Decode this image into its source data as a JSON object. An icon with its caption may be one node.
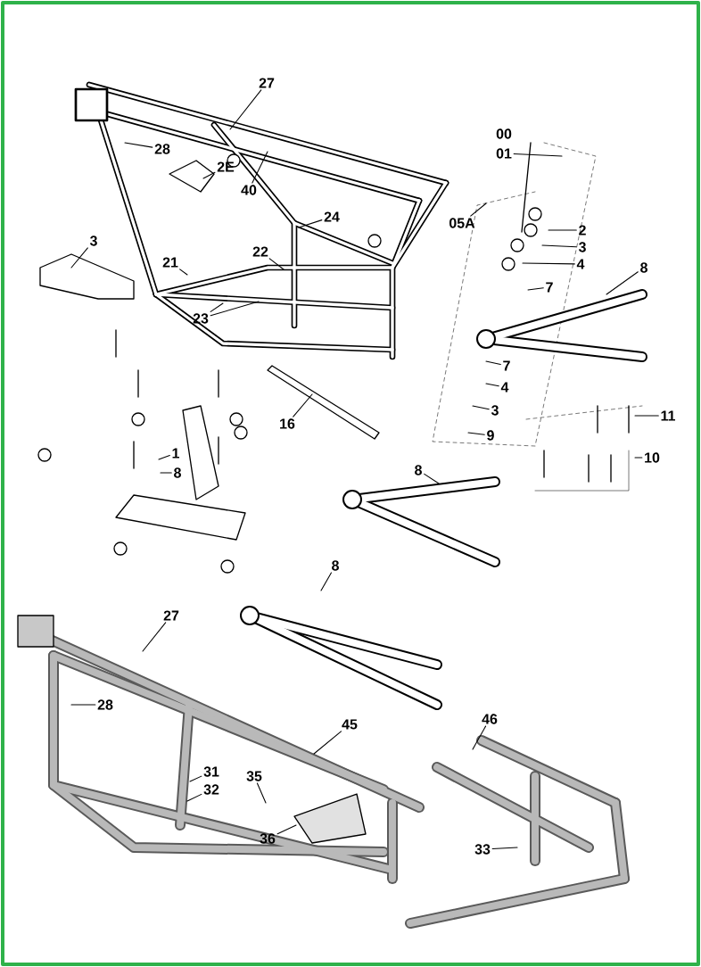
{
  "diagram": {
    "nodes": [
      {
        "text": [
          "27"
        ]
      },
      {
        "text": [
          "28"
        ]
      },
      {
        "text": [
          "2E"
        ]
      },
      {
        "text": [
          "40"
        ]
      },
      {
        "text": [
          "00"
        ]
      },
      {
        "text": [
          "01"
        ]
      },
      {
        "text": [
          "05A"
        ]
      },
      {
        "text": [
          "2"
        ]
      },
      {
        "text": [
          "3"
        ]
      },
      {
        "text": [
          "4"
        ]
      },
      {
        "text": [
          "7"
        ]
      },
      {
        "text": [
          "8"
        ]
      },
      {
        "text": [
          "3"
        ]
      },
      {
        "text": [
          "21"
        ]
      },
      {
        "text": [
          "22"
        ]
      },
      {
        "text": [
          "23"
        ]
      },
      {
        "text": [
          "24"
        ]
      },
      {
        "text": [
          "7"
        ]
      },
      {
        "text": [
          "4"
        ]
      },
      {
        "text": [
          "3"
        ]
      },
      {
        "text": [
          "9"
        ]
      },
      {
        "text": [
          "11"
        ]
      },
      {
        "text": [
          "10"
        ]
      },
      {
        "text": [
          "16"
        ]
      },
      {
        "text": [
          "1"
        ]
      },
      {
        "text": [
          "8"
        ]
      },
      {
        "text": [
          "8"
        ]
      },
      {
        "text": [
          "8"
        ]
      },
      {
        "text": [
          "27"
        ]
      },
      {
        "text": [
          "28"
        ]
      },
      {
        "text": [
          "45"
        ]
      },
      {
        "text": [
          "46"
        ]
      },
      {
        "text": [
          "31"
        ]
      },
      {
        "text": [
          "32"
        ]
      },
      {
        "text": [
          "35"
        ]
      },
      {
        "text": [
          "36"
        ]
      },
      {
        "text": [
          "33"
        ]
      }
    ],
    "edges": [
      {
        "from": 0,
        "to": null,
        "arrow": "none"
      },
      {
        "from": 1,
        "to": null,
        "arrow": "none"
      },
      {
        "from": 2,
        "to": null,
        "arrow": "none"
      },
      {
        "from": 3,
        "to": null,
        "arrow": "none"
      },
      {
        "from": 5,
        "to": null,
        "arrow": "none"
      },
      {
        "from": 6,
        "to": null,
        "arrow": "none"
      },
      {
        "from": 7,
        "to": null,
        "arrow": "none"
      },
      {
        "from": 8,
        "to": null,
        "arrow": "none"
      },
      {
        "from": 9,
        "to": null,
        "arrow": "none"
      },
      {
        "from": 10,
        "to": null,
        "arrow": "none"
      },
      {
        "from": 11,
        "to": null,
        "arrow": "none"
      },
      {
        "from": 12,
        "to": null,
        "arrow": "none"
      },
      {
        "from": 13,
        "to": null,
        "arrow": "none"
      },
      {
        "from": 14,
        "to": null,
        "arrow": "none"
      },
      {
        "from": 15,
        "to": null,
        "arrow": "none"
      },
      {
        "from": 15,
        "to": null,
        "arrow": "none"
      },
      {
        "from": 16,
        "to": null,
        "arrow": "none"
      },
      {
        "from": 17,
        "to": null,
        "arrow": "none"
      },
      {
        "from": 18,
        "to": null,
        "arrow": "none"
      },
      {
        "from": 19,
        "to": null,
        "arrow": "none"
      },
      {
        "from": 20,
        "to": null,
        "arrow": "none"
      },
      {
        "from": 21,
        "to": null,
        "arrow": "none"
      },
      {
        "from": 22,
        "to": null,
        "arrow": "none"
      },
      {
        "from": 23,
        "to": null,
        "arrow": "none"
      },
      {
        "from": 24,
        "to": null,
        "arrow": "none"
      },
      {
        "from": 25,
        "to": null,
        "arrow": "none"
      },
      {
        "from": 26,
        "to": null,
        "arrow": "none"
      },
      {
        "from": 27,
        "to": null,
        "arrow": "none"
      },
      {
        "from": 28,
        "to": null,
        "arrow": "none"
      },
      {
        "from": 29,
        "to": null,
        "arrow": "none"
      },
      {
        "from": 30,
        "to": null,
        "arrow": "none"
      },
      {
        "from": 31,
        "to": null,
        "arrow": "none"
      },
      {
        "from": 32,
        "to": null,
        "arrow": "none"
      },
      {
        "from": 33,
        "to": null,
        "arrow": "none"
      },
      {
        "from": 34,
        "to": null,
        "arrow": "none"
      },
      {
        "from": 35,
        "to": null,
        "arrow": "none"
      },
      {
        "from": 36,
        "to": null,
        "arrow": "none"
      }
    ]
  }
}
